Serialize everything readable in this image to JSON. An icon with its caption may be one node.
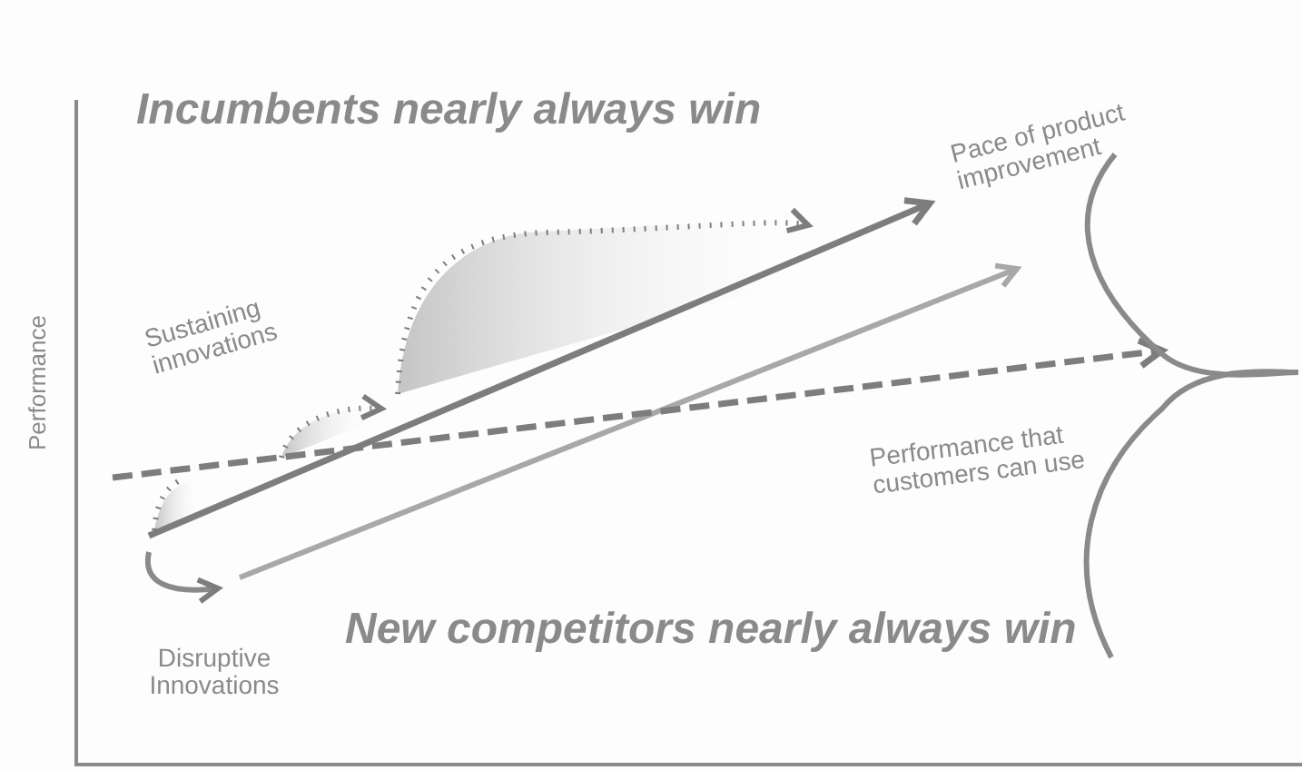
{
  "diagram": {
    "labels": [
      "Incumbents nearly always win",
      "Pace of product improvement",
      "Sustaining innovations",
      "Performance",
      "Performance that customers can use",
      "New competitors nearly always win",
      "Disruptive Innovations"
    ]
  }
}
